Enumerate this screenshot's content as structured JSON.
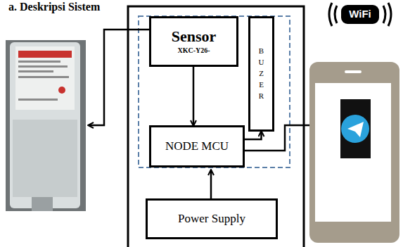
{
  "diagram": {
    "title": "a. Deskripsi Sistem",
    "nodes": [
      {
        "text": [
          "Sensor",
          "XKC-Y26-"
        ]
      },
      {
        "text": [
          "BUZER"
        ]
      },
      {
        "text": [
          "NODE MCU"
        ]
      },
      {
        "text": [
          "Power Supply"
        ]
      }
    ],
    "edges": [
      {
        "from": 0,
        "to": 2,
        "arrow": "to"
      },
      {
        "from": 2,
        "to": 1,
        "arrow": "to"
      }
    ],
    "labels": [
      "WiFi"
    ]
  }
}
